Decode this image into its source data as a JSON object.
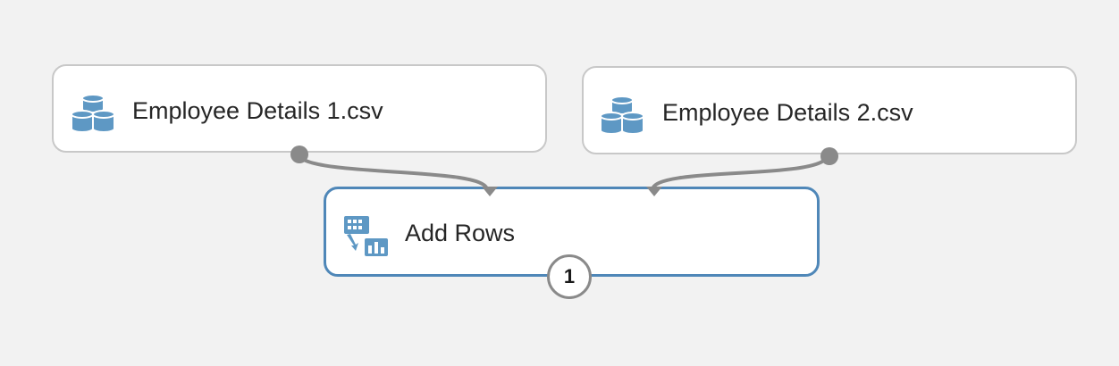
{
  "canvas": {
    "background": "#f2f2f2"
  },
  "colors": {
    "node_border": "#c8c8c8",
    "selected_border": "#4f87b8",
    "icon_blue": "#5e98c4",
    "port_gray": "#8a8a8a"
  },
  "nodes": [
    {
      "label": "Employee Details 1.csv",
      "icon": "dataset-icon"
    },
    {
      "label": "Employee Details 2.csv",
      "icon": "dataset-icon"
    },
    {
      "label": "Add Rows",
      "icon": "add-rows-icon",
      "selected": true,
      "badge": "1"
    }
  ]
}
